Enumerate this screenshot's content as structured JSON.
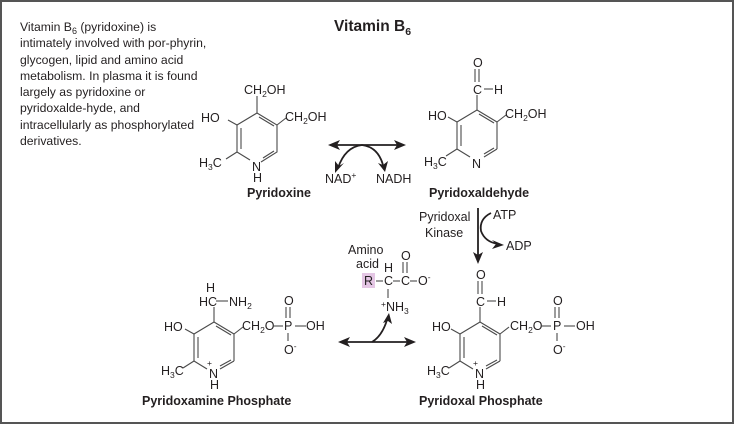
{
  "title": {
    "text": "Vitamin B",
    "sub": "6"
  },
  "intro": {
    "prefix": "Vitamin B",
    "sub": "6",
    "body": " (pyridoxine) is intimately involved with por-phyrin, glycogen, lipid and amino acid metabolism. In plasma it is found largely as pyridoxine or pyridoxalde-hyde, and intracellularly as phosphorylated derivatives."
  },
  "compounds": {
    "pyridoxine": {
      "name": "Pyridoxine",
      "groups": {
        "top": "CH",
        "top_sub": "2",
        "top_tail": "OH",
        "right": "CH",
        "right_sub": "2",
        "right_tail": "OH",
        "left": "HO",
        "methyl": "H",
        "methyl_sub": "3",
        "methyl_tail": "C",
        "ring_n": "N",
        "ring_h": "H"
      }
    },
    "pyridoxaldehyde": {
      "name": "Pyridoxaldehyde",
      "groups": {
        "o": "O",
        "c": "C",
        "h": "H",
        "right": "CH",
        "right_sub": "2",
        "right_tail": "OH",
        "left": "HO",
        "methyl": "H",
        "methyl_sub": "3",
        "methyl_tail": "C",
        "ring_n": "N"
      }
    },
    "pyridoxamine_phosphate": {
      "name": "Pyridoxamine Phosphate",
      "groups": {
        "h_top": "H",
        "hc": "HC",
        "nh": "NH",
        "nh_sub": "2",
        "left": "HO",
        "ch2o": "CH",
        "ch2o_sub": "2",
        "ch2o_tail": "O",
        "p": "P",
        "p_o": "O",
        "p_oh": "OH",
        "p_ominus": "O",
        "minus": "-",
        "methyl": "H",
        "methyl_sub": "3",
        "methyl_tail": "C",
        "ring_n": "N",
        "ring_h": "H",
        "plus": "+"
      }
    },
    "pyridoxal_phosphate": {
      "name": "Pyridoxal Phosphate",
      "groups": {
        "o": "O",
        "c": "C",
        "h": "H",
        "left": "HO",
        "ch2o": "CH",
        "ch2o_sub": "2",
        "ch2o_tail": "O",
        "p": "P",
        "p_o": "O",
        "p_oh": "OH",
        "p_ominus": "O",
        "minus": "-",
        "methyl": "H",
        "methyl_sub": "3",
        "methyl_tail": "C",
        "ring_n": "N",
        "ring_h": "H",
        "plus": "+"
      }
    }
  },
  "amino_acid": {
    "label_line1": "Amino",
    "label_line2": "acid",
    "r": "R",
    "r_highlight": "#e4c6e4",
    "h": "H",
    "c1": "C",
    "c2": "C",
    "o_top": "O",
    "o_minus": "O",
    "minus": "-",
    "nh3_plus": "+",
    "nh3": "NH",
    "nh3_sub": "3"
  },
  "reactions": {
    "oxidation": {
      "cofactor_in": "NAD",
      "cofactor_in_sup": "+",
      "cofactor_out": "NADH"
    },
    "phosphorylation": {
      "enzyme_line1": "Pyridoxal",
      "enzyme_line2": "Kinase",
      "cofactor_in": "ATP",
      "cofactor_out": "ADP"
    }
  },
  "colors": {
    "border": "#555555",
    "text": "#231f20",
    "highlight": "#e4c6e4"
  }
}
